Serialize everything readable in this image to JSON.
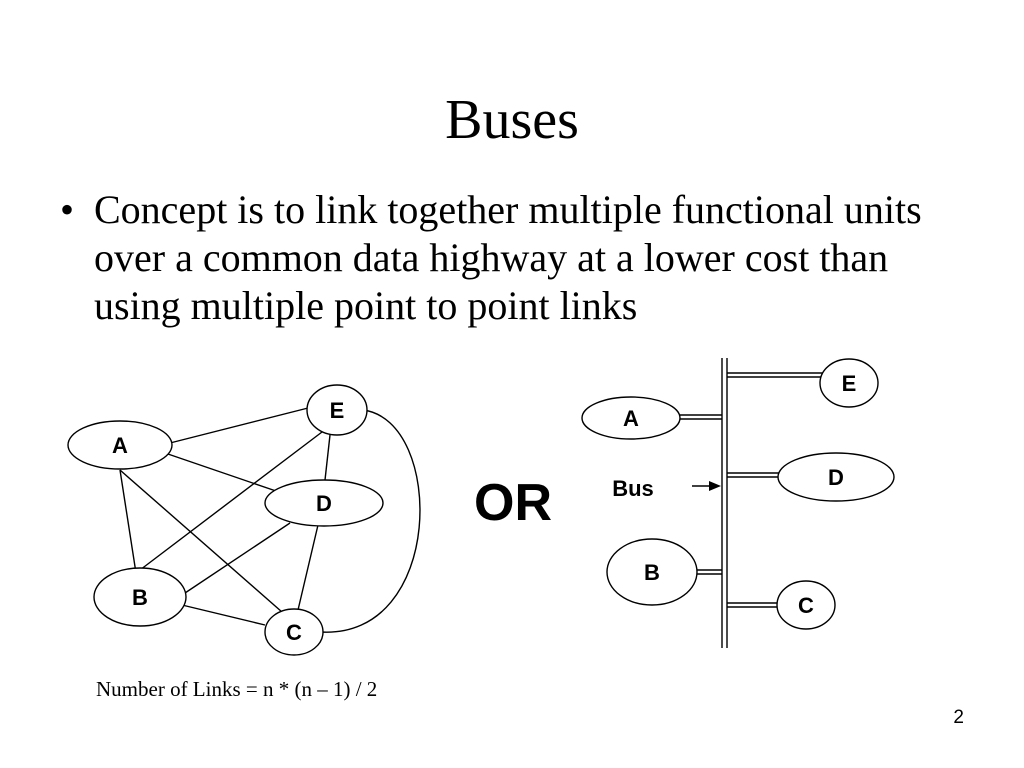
{
  "slide": {
    "title": "Buses",
    "bullet": "Concept is to link together multiple functional units over a common data highway at a lower cost than using multiple point to point links",
    "formula": "Number of Links = n * (n – 1) / 2",
    "page_number": "2"
  },
  "mesh_diagram": {
    "nodes": [
      "A",
      "B",
      "C",
      "D",
      "E"
    ]
  },
  "separator": "OR",
  "bus_diagram": {
    "bus_label": "Bus",
    "nodes": [
      "A",
      "B",
      "C",
      "D",
      "E"
    ]
  }
}
